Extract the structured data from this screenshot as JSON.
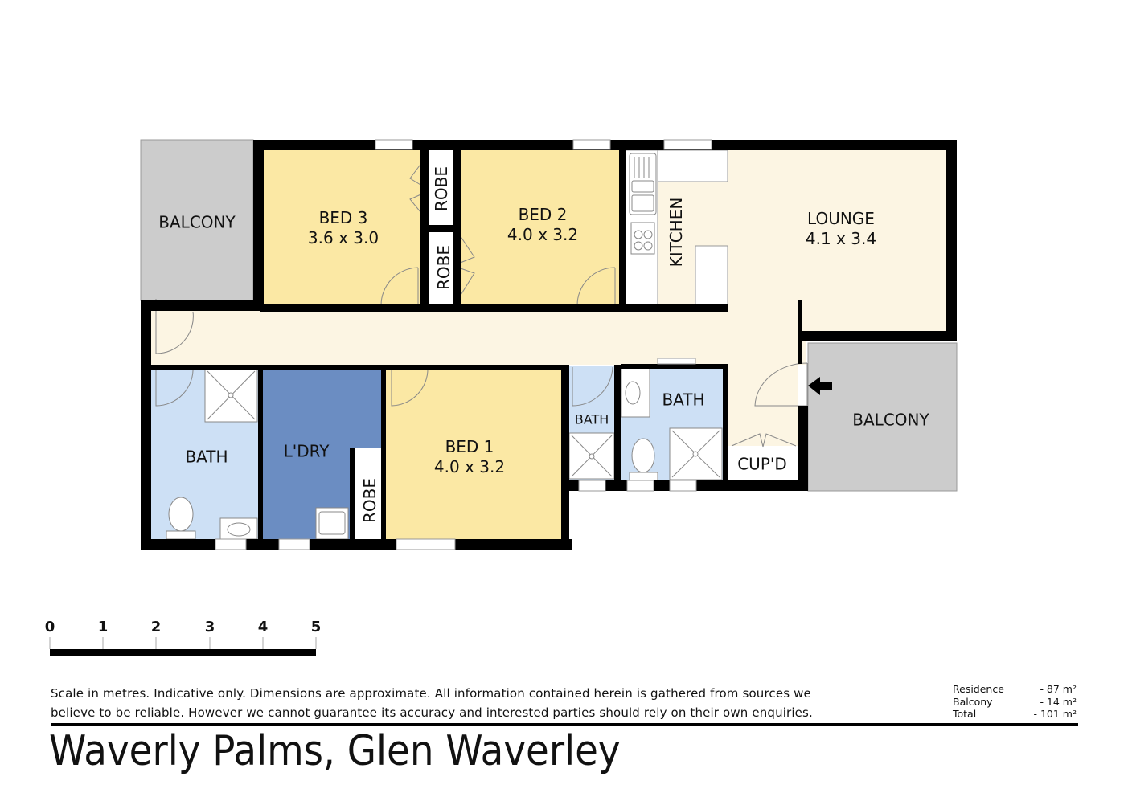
{
  "title": "Waverly Palms, Glen Waverley",
  "colors": {
    "wall": "#000000",
    "bedroom": "#fbe8a4",
    "living": "#fcf5e3",
    "wet_area": "#cde0f5",
    "laundry": "#6b8dc2",
    "balcony": "#cccccc",
    "robe": "#ffffff"
  },
  "rooms": [
    {
      "id": "balcony-west",
      "name": "BALCONY",
      "dims": ""
    },
    {
      "id": "bed-3",
      "name": "BED 3",
      "dims": "3.6 x 3.0"
    },
    {
      "id": "robe-bed3",
      "name": "ROBE",
      "dims": ""
    },
    {
      "id": "robe-bed2",
      "name": "ROBE",
      "dims": ""
    },
    {
      "id": "bed-2",
      "name": "BED 2",
      "dims": "4.0 x 3.2"
    },
    {
      "id": "kitchen",
      "name": "KITCHEN",
      "dims": ""
    },
    {
      "id": "lounge",
      "name": "LOUNGE",
      "dims": "4.1 x 3.4"
    },
    {
      "id": "bath-main",
      "name": "BATH",
      "dims": ""
    },
    {
      "id": "laundry",
      "name": "L'DRY",
      "dims": ""
    },
    {
      "id": "robe-bed1",
      "name": "ROBE",
      "dims": ""
    },
    {
      "id": "bed-1",
      "name": "BED 1",
      "dims": "4.0 x 3.2"
    },
    {
      "id": "ensuite-shower",
      "name": "BATH",
      "dims": ""
    },
    {
      "id": "bath-second",
      "name": "BATH",
      "dims": ""
    },
    {
      "id": "cupboard",
      "name": "CUP'D",
      "dims": ""
    },
    {
      "id": "balcony-east",
      "name": "BALCONY",
      "dims": ""
    }
  ],
  "entry_arrow": "arrow-left-icon",
  "scale": {
    "unit": "metres",
    "ticks": [
      "0",
      "1",
      "2",
      "3",
      "4",
      "5"
    ]
  },
  "disclaimer": {
    "line1": "Scale in metres. Indicative only. Dimensions are approximate.  All information contained herein is gathered from sources we",
    "line2": "believe to be reliable. However we cannot guarantee its accuracy and interested parties should rely on their own enquiries."
  },
  "areas": [
    {
      "label": "Residence",
      "value": "-   87 m²"
    },
    {
      "label": "Balcony",
      "value": "-   14 m²"
    },
    {
      "label": "Total",
      "value": "- 101 m²"
    }
  ]
}
